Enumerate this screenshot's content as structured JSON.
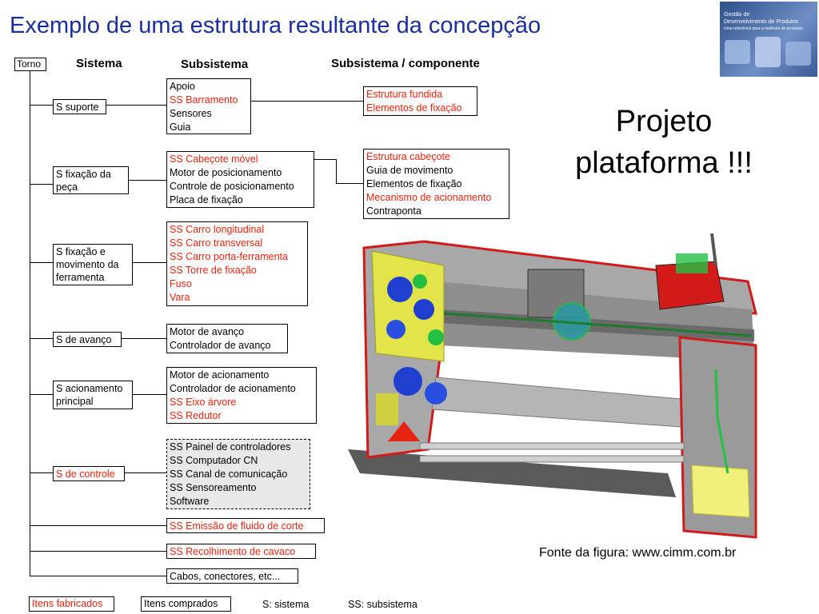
{
  "title": "Exemplo de uma estrutura resultante da concepção",
  "headers": {
    "sistema": "Sistema",
    "subsistema": "Subsistema",
    "componente": "Subsistema / componente"
  },
  "root": "Torno",
  "systems": [
    {
      "label": "S suporte",
      "red": false
    },
    {
      "label": "S fixação da peça",
      "red": false
    },
    {
      "label": "S fixação e movimento da ferramenta",
      "red": false
    },
    {
      "label": "S de avanço",
      "red": false
    },
    {
      "label": "S acionamento principal",
      "red": false
    },
    {
      "label": "S de controle",
      "red": true
    }
  ],
  "subsystems": [
    {
      "items": [
        {
          "text": "Apoio",
          "red": false
        },
        {
          "text": "SS Barramento",
          "red": true
        },
        {
          "text": "Sensores",
          "red": false
        },
        {
          "text": "Guia",
          "red": false
        }
      ]
    },
    {
      "items": [
        {
          "text": "SS Cabeçote móvel",
          "red": true
        },
        {
          "text": "Motor de posicionamento",
          "red": false
        },
        {
          "text": "Controle de posicionamento",
          "red": false
        },
        {
          "text": "Placa de fixação",
          "red": false
        }
      ]
    },
    {
      "items": [
        {
          "text": "SS Carro longitudinal",
          "red": true
        },
        {
          "text": "SS Carro transversal",
          "red": true
        },
        {
          "text": "SS Carro porta-ferramenta",
          "red": true
        },
        {
          "text": "SS Torre de fixação",
          "red": true
        },
        {
          "text": "Fuso",
          "red": true
        },
        {
          "text": "Vara",
          "red": true
        }
      ]
    },
    {
      "items": [
        {
          "text": "Motor de avanço",
          "red": false
        },
        {
          "text": "Controlador de avanço",
          "red": false
        }
      ]
    },
    {
      "items": [
        {
          "text": "Motor de acionamento",
          "red": false
        },
        {
          "text": "Controlador de acionamento",
          "red": false
        },
        {
          "text": "SS Eixo árvore",
          "red": true
        },
        {
          "text": "SS Redutor",
          "red": true
        }
      ]
    },
    {
      "items": [
        {
          "text": "SS Painel de controladores",
          "red": false
        },
        {
          "text": "SS Computador CN",
          "red": false
        },
        {
          "text": "SS Canal de comunicação",
          "red": false
        },
        {
          "text": "SS Sensoreamento",
          "red": false
        },
        {
          "text": "Software",
          "red": false
        }
      ]
    }
  ],
  "extras": [
    {
      "text": "SS Emissão de fluido de corte",
      "red": true
    },
    {
      "text": "SS Recolhimento de cavaco",
      "red": true
    },
    {
      "text": "Cabos, conectores, etc...",
      "red": false
    }
  ],
  "components": [
    {
      "items": [
        {
          "text": "Estrutura fundida",
          "red": true
        },
        {
          "text": "Elementos de fixação",
          "red": true
        }
      ]
    },
    {
      "items": [
        {
          "text": "Estrutura cabeçote",
          "red": true
        },
        {
          "text": "Guia de movimento",
          "red": false
        },
        {
          "text": "Elementos de fixação",
          "red": false
        },
        {
          "text": "Mecanismo de acionamento",
          "red": true
        },
        {
          "text": "Contraponta",
          "red": false
        }
      ]
    }
  ],
  "projeto_line1": "Projeto",
  "projeto_line2": "plataforma !!!",
  "source": "Fonte da figura: www.cimm.com.br",
  "legend": {
    "fabricados": "Itens fabricados",
    "comprados": "Itens comprados",
    "s": "S: sistema",
    "ss": "SS: subsistema"
  },
  "logo": {
    "line1": "Gestão de",
    "line2": "Desenvolvimento de Produtos",
    "line3": "Uma referência para a melhoria do processo"
  },
  "colors": {
    "title": "#1a2f9e",
    "red_text": "#e8230e",
    "lathe_gray": "#9a9a9a",
    "lathe_red": "#d21a1a",
    "lathe_yellow": "#e3e34a",
    "lathe_blue": "#1e3fd0",
    "lathe_green": "#22c043"
  }
}
